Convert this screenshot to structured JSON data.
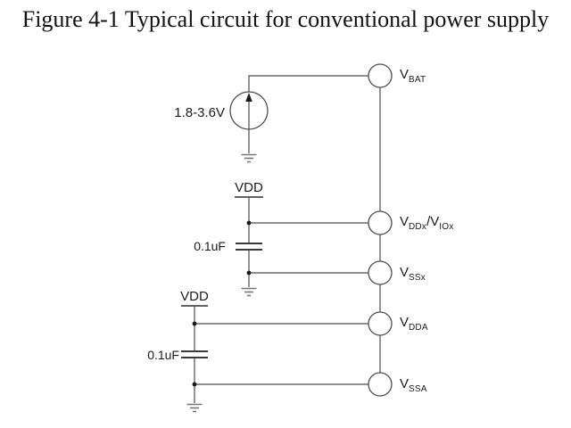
{
  "title": "Figure 4-1 Typical circuit for conventional power supply",
  "diagram": {
    "source": {
      "value_label": "1.8-3.6V"
    },
    "capacitors": [
      {
        "value": "0.1uF"
      },
      {
        "value": "0.1uF"
      }
    ],
    "rails": [
      {
        "main": "V",
        "sub": "DD"
      },
      {
        "main": "V",
        "sub": "DD"
      }
    ],
    "terminals": [
      {
        "main": "V",
        "sub": "BAT"
      },
      {
        "main": "V",
        "sub": "DDx",
        "sep": "/",
        "main2": "V",
        "sub2": "IOx"
      },
      {
        "main": "V",
        "sub": "SSx"
      },
      {
        "main": "V",
        "sub": "DDA"
      },
      {
        "main": "V",
        "sub": "SSA"
      }
    ],
    "colors": {
      "wire": "#4d4d4d",
      "ground": "#757575",
      "text": "#1a1a1a",
      "background": "#ffffff"
    }
  }
}
